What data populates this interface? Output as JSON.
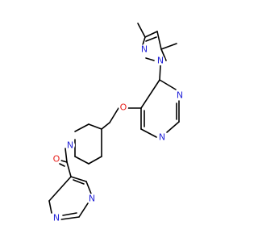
{
  "structure": {
    "colors": {
      "bond": "#000000",
      "nitrogen": "#2323d8",
      "oxygen": "#e8201c"
    },
    "atoms": [
      {
        "id": "n_pz1",
        "label": "N",
        "element": "nitrogen"
      },
      {
        "id": "n_pz2",
        "label": "N",
        "element": "nitrogen"
      },
      {
        "id": "n_pm1",
        "label": "N",
        "element": "nitrogen"
      },
      {
        "id": "n_pm2",
        "label": "N",
        "element": "nitrogen"
      },
      {
        "id": "o_ether",
        "label": "O",
        "element": "oxygen"
      },
      {
        "id": "n_pip",
        "label": "N",
        "element": "nitrogen"
      },
      {
        "id": "o_carbonyl",
        "label": "O",
        "element": "oxygen"
      },
      {
        "id": "n_pz3",
        "label": "N",
        "element": "nitrogen"
      },
      {
        "id": "n_pz4",
        "label": "N",
        "element": "nitrogen"
      }
    ]
  }
}
